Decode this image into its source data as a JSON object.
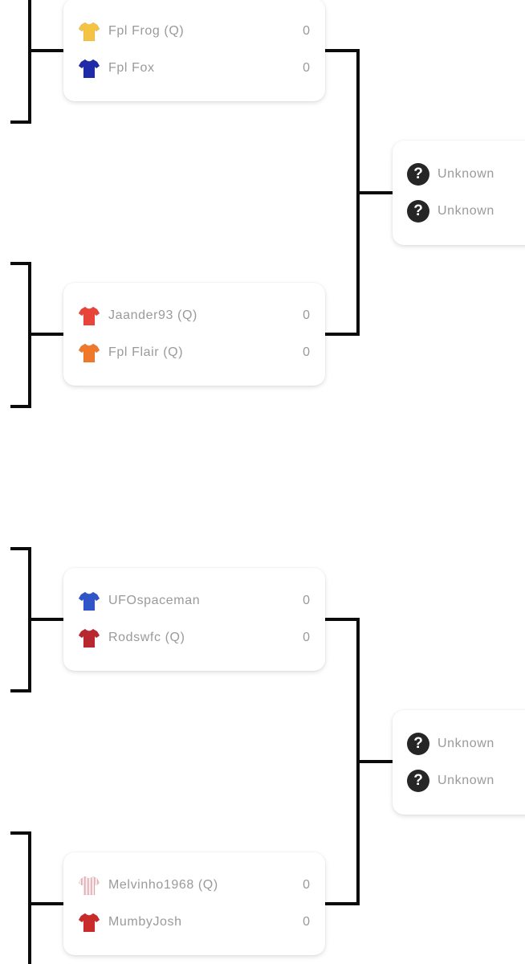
{
  "matches": [
    {
      "players": [
        {
          "name": "Fpl Frog (Q)",
          "score": "0",
          "shirt": "shirt-icon",
          "color": "#f5c342"
        },
        {
          "name": "Fpl Fox",
          "score": "0",
          "shirt": "shirt-icon",
          "color": "#1f2aa8"
        }
      ]
    },
    {
      "players": [
        {
          "name": "Jaander93 (Q)",
          "score": "0",
          "shirt": "shirt-icon",
          "color": "#e8443a"
        },
        {
          "name": "Fpl Flair (Q)",
          "score": "0",
          "shirt": "shirt-icon",
          "color": "#f0782a"
        }
      ]
    },
    {
      "players": [
        {
          "name": "UFOspaceman",
          "score": "0",
          "shirt": "shirt-icon",
          "color": "#2f55c9"
        },
        {
          "name": "Rodswfc (Q)",
          "score": "0",
          "shirt": "shirt-icon",
          "color": "#b8282e"
        }
      ]
    },
    {
      "players": [
        {
          "name": "Melvinho1968 (Q)",
          "score": "0",
          "shirt": "striped-shirt-icon",
          "color": "#f3d9dd"
        },
        {
          "name": "MumbyJosh",
          "score": "0",
          "shirt": "shirt-icon",
          "color": "#c92a2a"
        }
      ]
    }
  ],
  "next_round": [
    {
      "players": [
        {
          "name": "Unknown",
          "icon": "question-icon"
        },
        {
          "name": "Unknown",
          "icon": "question-icon"
        }
      ]
    },
    {
      "players": [
        {
          "name": "Unknown",
          "icon": "question-icon"
        },
        {
          "name": "Unknown",
          "icon": "question-icon"
        }
      ]
    }
  ],
  "unknown_icon_glyph": "?"
}
